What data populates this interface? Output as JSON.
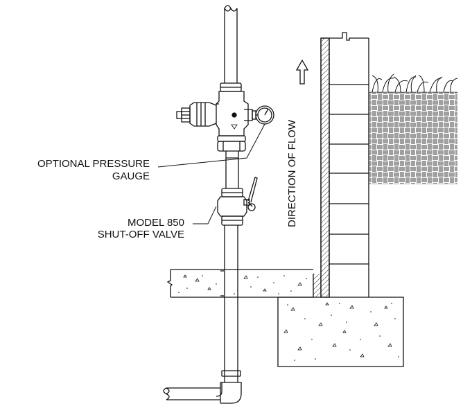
{
  "labels": {
    "pressure_gauge_line1": "OPTIONAL PRESSURE",
    "pressure_gauge_line2": "GAUGE",
    "valve_line1": "MODEL 850",
    "valve_line2": "SHUT-OFF VALVE",
    "flow_direction": "DIRECTION OF FLOW"
  },
  "colors": {
    "line": "#111111",
    "background": "#ffffff"
  }
}
